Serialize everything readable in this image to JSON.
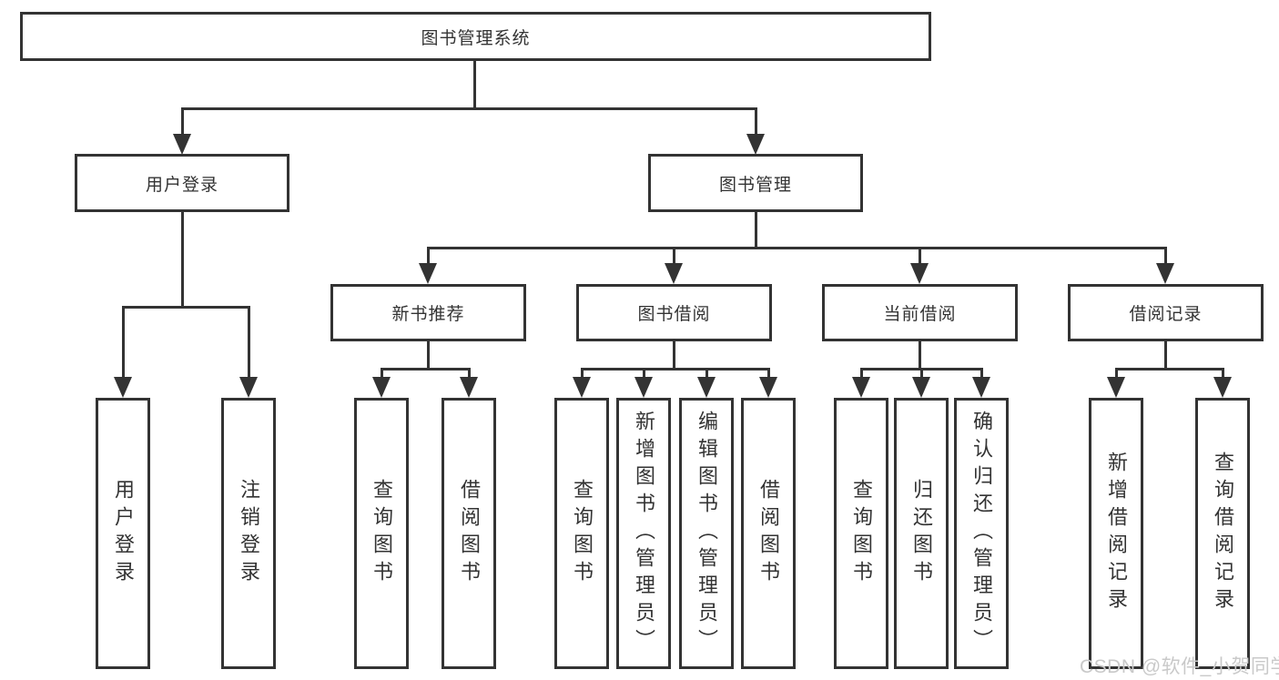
{
  "nodes": {
    "root": "图书管理系统",
    "level1": [
      "用户登录",
      "图书管理"
    ],
    "level2": [
      "新书推荐",
      "图书借阅",
      "当前借阅",
      "借阅记录"
    ],
    "leaves_user_login": [
      "用户登录",
      "注销登录"
    ],
    "leaves_new_books": [
      "查询图书",
      "借阅图书"
    ],
    "leaves_book_borrow": [
      "查询图书",
      "新增图书（管理员）",
      "编辑图书（管理员）",
      "借阅图书"
    ],
    "leaves_current_borrow": [
      "查询图书",
      "归还图书",
      "确认归还（管理员）"
    ],
    "leaves_borrow_records": [
      "新增借阅记录",
      "查询借阅记录"
    ]
  },
  "watermark": "CSDN @软件_小贺同学",
  "colors": {
    "line": "#333333",
    "text": "#333333",
    "watermark": "#c9c9c9",
    "background": "#ffffff"
  }
}
